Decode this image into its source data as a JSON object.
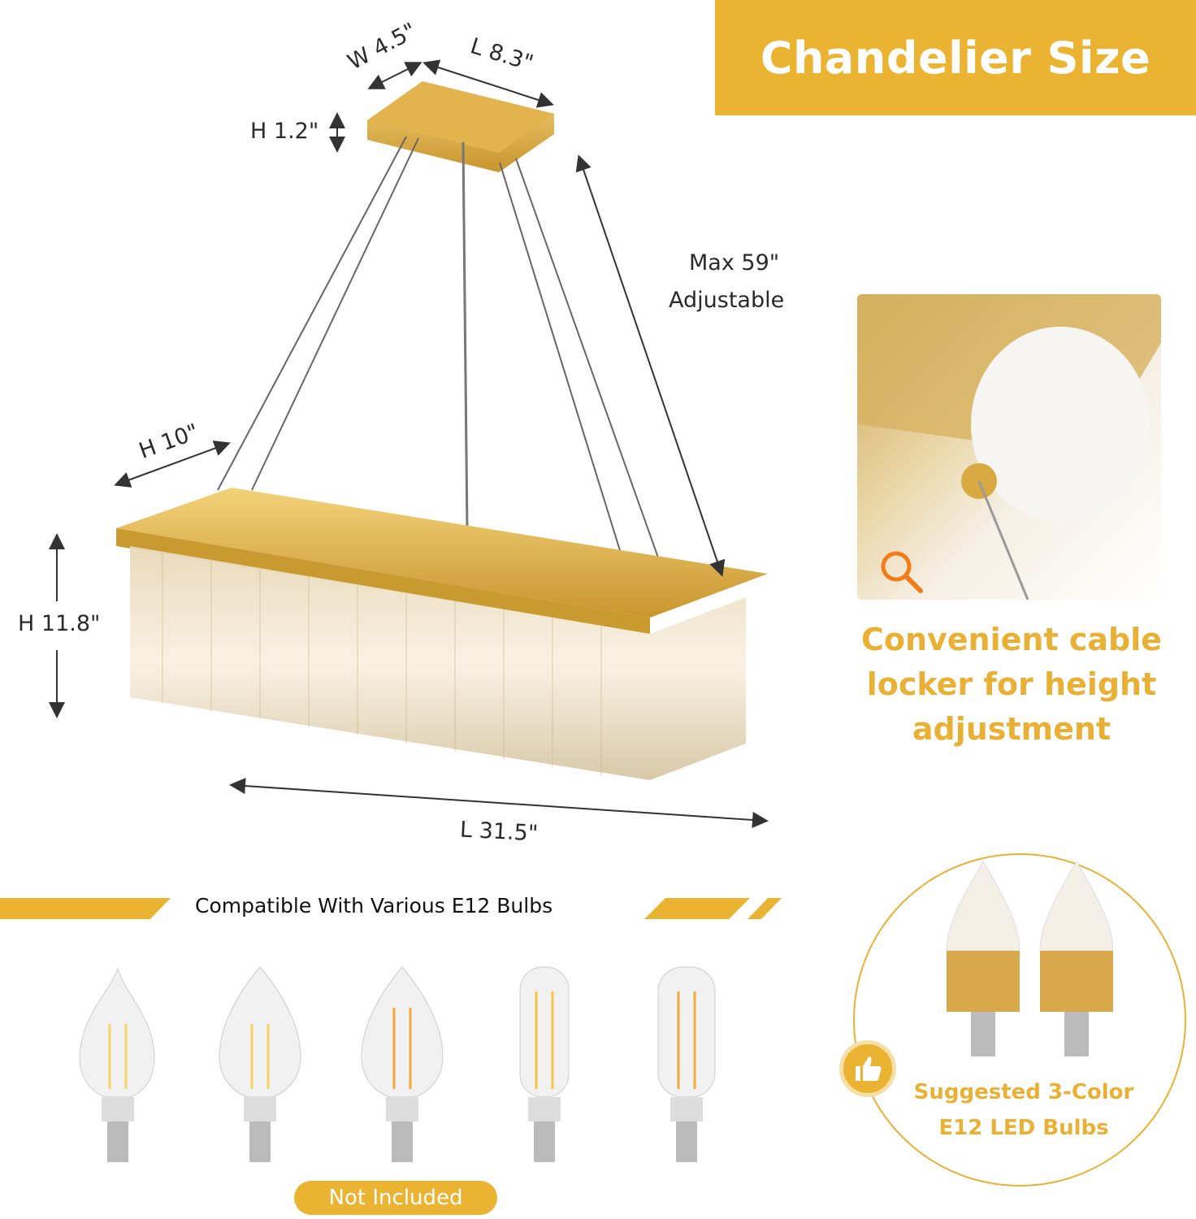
{
  "header": {
    "title": "Chandelier Size"
  },
  "colors": {
    "accent": "#ebb332",
    "text_dark": "#2a2a2a",
    "white": "#ffffff"
  },
  "dimensions": {
    "canopy_width": "W 4.5\"",
    "canopy_length": "L 8.3\"",
    "canopy_height": "H 1.2\"",
    "cable_line1": "Max 59\"",
    "cable_line2": "Adjustable",
    "body_depth": "H 10\"",
    "body_height": "H 11.8\"",
    "body_length": "L 31.5\""
  },
  "feature": {
    "icon": "magnifier-icon",
    "caption_line1": "Convenient cable",
    "caption_line2": "locker for height",
    "caption_line3": "adjustment"
  },
  "bulbs": {
    "section_title": "Compatible With Various E12 Bulbs",
    "types": [
      "flame-tip-candle-bulb",
      "candle-bulb",
      "candle-bulb-warm",
      "tubular-bulb",
      "tubular-bulb-clear"
    ],
    "badge": "Not Included",
    "suggested_icon": "thumbs-up-icon",
    "suggested_line1": "Suggested 3-Color",
    "suggested_line2": "E12 LED Bulbs"
  }
}
